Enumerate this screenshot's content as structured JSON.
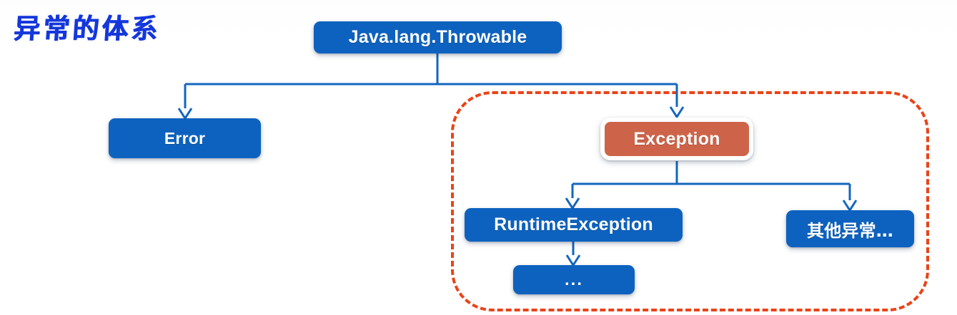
{
  "page": {
    "title": "异常的体系",
    "background_color": "#ffffff"
  },
  "palette": {
    "node_blue": "#0d62bf",
    "node_orange": "#cd6449",
    "connector_blue": "#1366bd",
    "dashed_red": "#ea4318",
    "title_blue": "#1437dc",
    "node_text": "#ffffff"
  },
  "diagram": {
    "type": "hierarchy-tree",
    "nodes": [
      {
        "id": "throwable",
        "label": "Java.lang.Throwable",
        "color": "#0d62bf",
        "style": "blue",
        "level": 0
      },
      {
        "id": "error",
        "label": "Error",
        "color": "#0d62bf",
        "style": "blue",
        "level": 1
      },
      {
        "id": "exception",
        "label": "Exception",
        "color": "#cd6449",
        "style": "orange-highlight",
        "level": 1
      },
      {
        "id": "runtime",
        "label": "RuntimeException",
        "color": "#0d62bf",
        "style": "blue",
        "level": 2
      },
      {
        "id": "other",
        "label": "其他异常…",
        "color": "#0d62bf",
        "style": "blue",
        "level": 2
      },
      {
        "id": "ellipsis",
        "label": "...",
        "color": "#0d62bf",
        "style": "blue",
        "level": 3
      }
    ],
    "edges": [
      {
        "from": "throwable",
        "to": "error",
        "arrow": true
      },
      {
        "from": "throwable",
        "to": "exception",
        "arrow": true
      },
      {
        "from": "exception",
        "to": "runtime",
        "arrow": true
      },
      {
        "from": "exception",
        "to": "other",
        "arrow": true
      },
      {
        "from": "runtime",
        "to": "ellipsis",
        "arrow": true
      }
    ],
    "group_outline": {
      "label": "",
      "style": "dashed",
      "color": "#ea4318",
      "contains": [
        "exception",
        "runtime",
        "other",
        "ellipsis"
      ]
    }
  }
}
